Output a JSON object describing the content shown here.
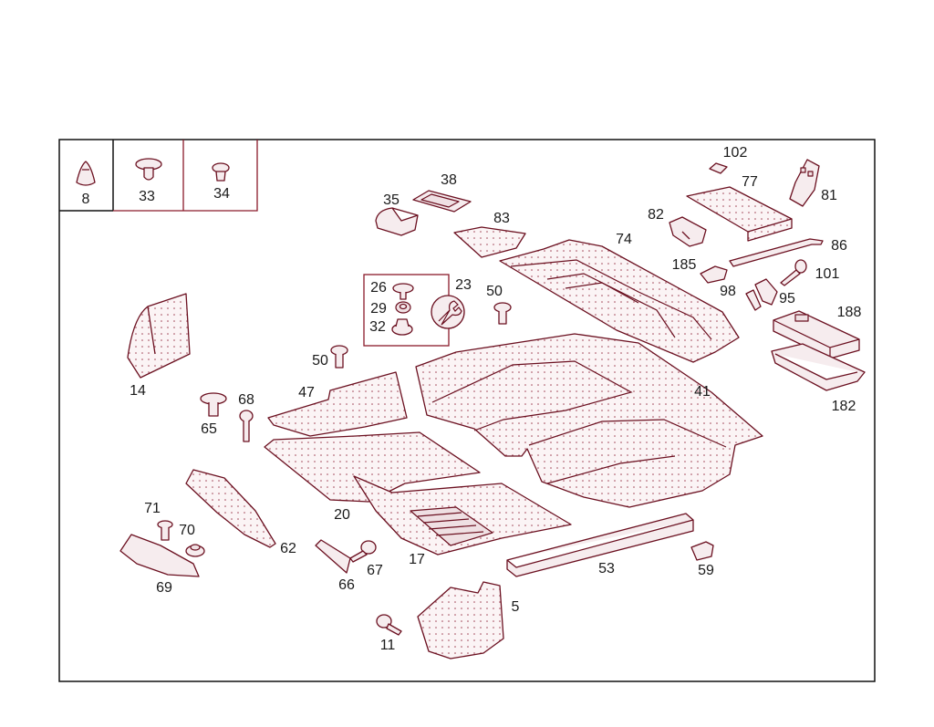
{
  "labels": {
    "p8": "8",
    "p33": "33",
    "p34": "34",
    "p102": "102",
    "p77": "77",
    "p81": "81",
    "p38": "38",
    "p35": "35",
    "p83": "83",
    "p82": "82",
    "p74": "74",
    "p86": "86",
    "p185": "185",
    "p101": "101",
    "p98": "98",
    "p95": "95",
    "p26": "26",
    "p23": "23",
    "p29": "29",
    "p32": "32",
    "p50a": "50",
    "p50b": "50",
    "p188": "188",
    "p182": "182",
    "p14": "14",
    "p47": "47",
    "p41": "41",
    "p68": "68",
    "p65": "65",
    "p20": "20",
    "p71": "71",
    "p70": "70",
    "p62": "62",
    "p69": "69",
    "p66": "66",
    "p67": "67",
    "p17": "17",
    "p53": "53",
    "p59": "59",
    "p5": "5",
    "p11": "11"
  }
}
